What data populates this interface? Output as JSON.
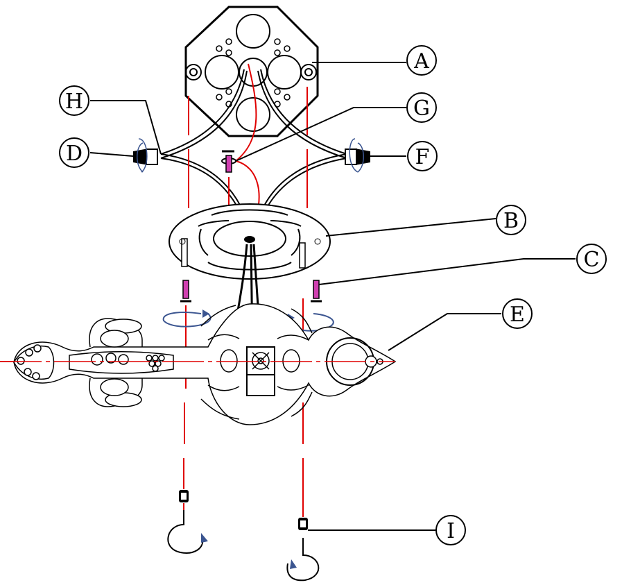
{
  "diagram": {
    "callouts": [
      {
        "id": "A",
        "label": "A"
      },
      {
        "id": "B",
        "label": "B"
      },
      {
        "id": "C",
        "label": "C"
      },
      {
        "id": "D",
        "label": "D"
      },
      {
        "id": "E",
        "label": "E"
      },
      {
        "id": "F",
        "label": "F"
      },
      {
        "id": "G",
        "label": "G"
      },
      {
        "id": "H",
        "label": "H"
      },
      {
        "id": "I",
        "label": "I"
      }
    ],
    "colors": {
      "line": "#000000",
      "alignment": "#e00000",
      "rotation_arrow": "#3b5590",
      "screw": "#c0209a"
    }
  }
}
